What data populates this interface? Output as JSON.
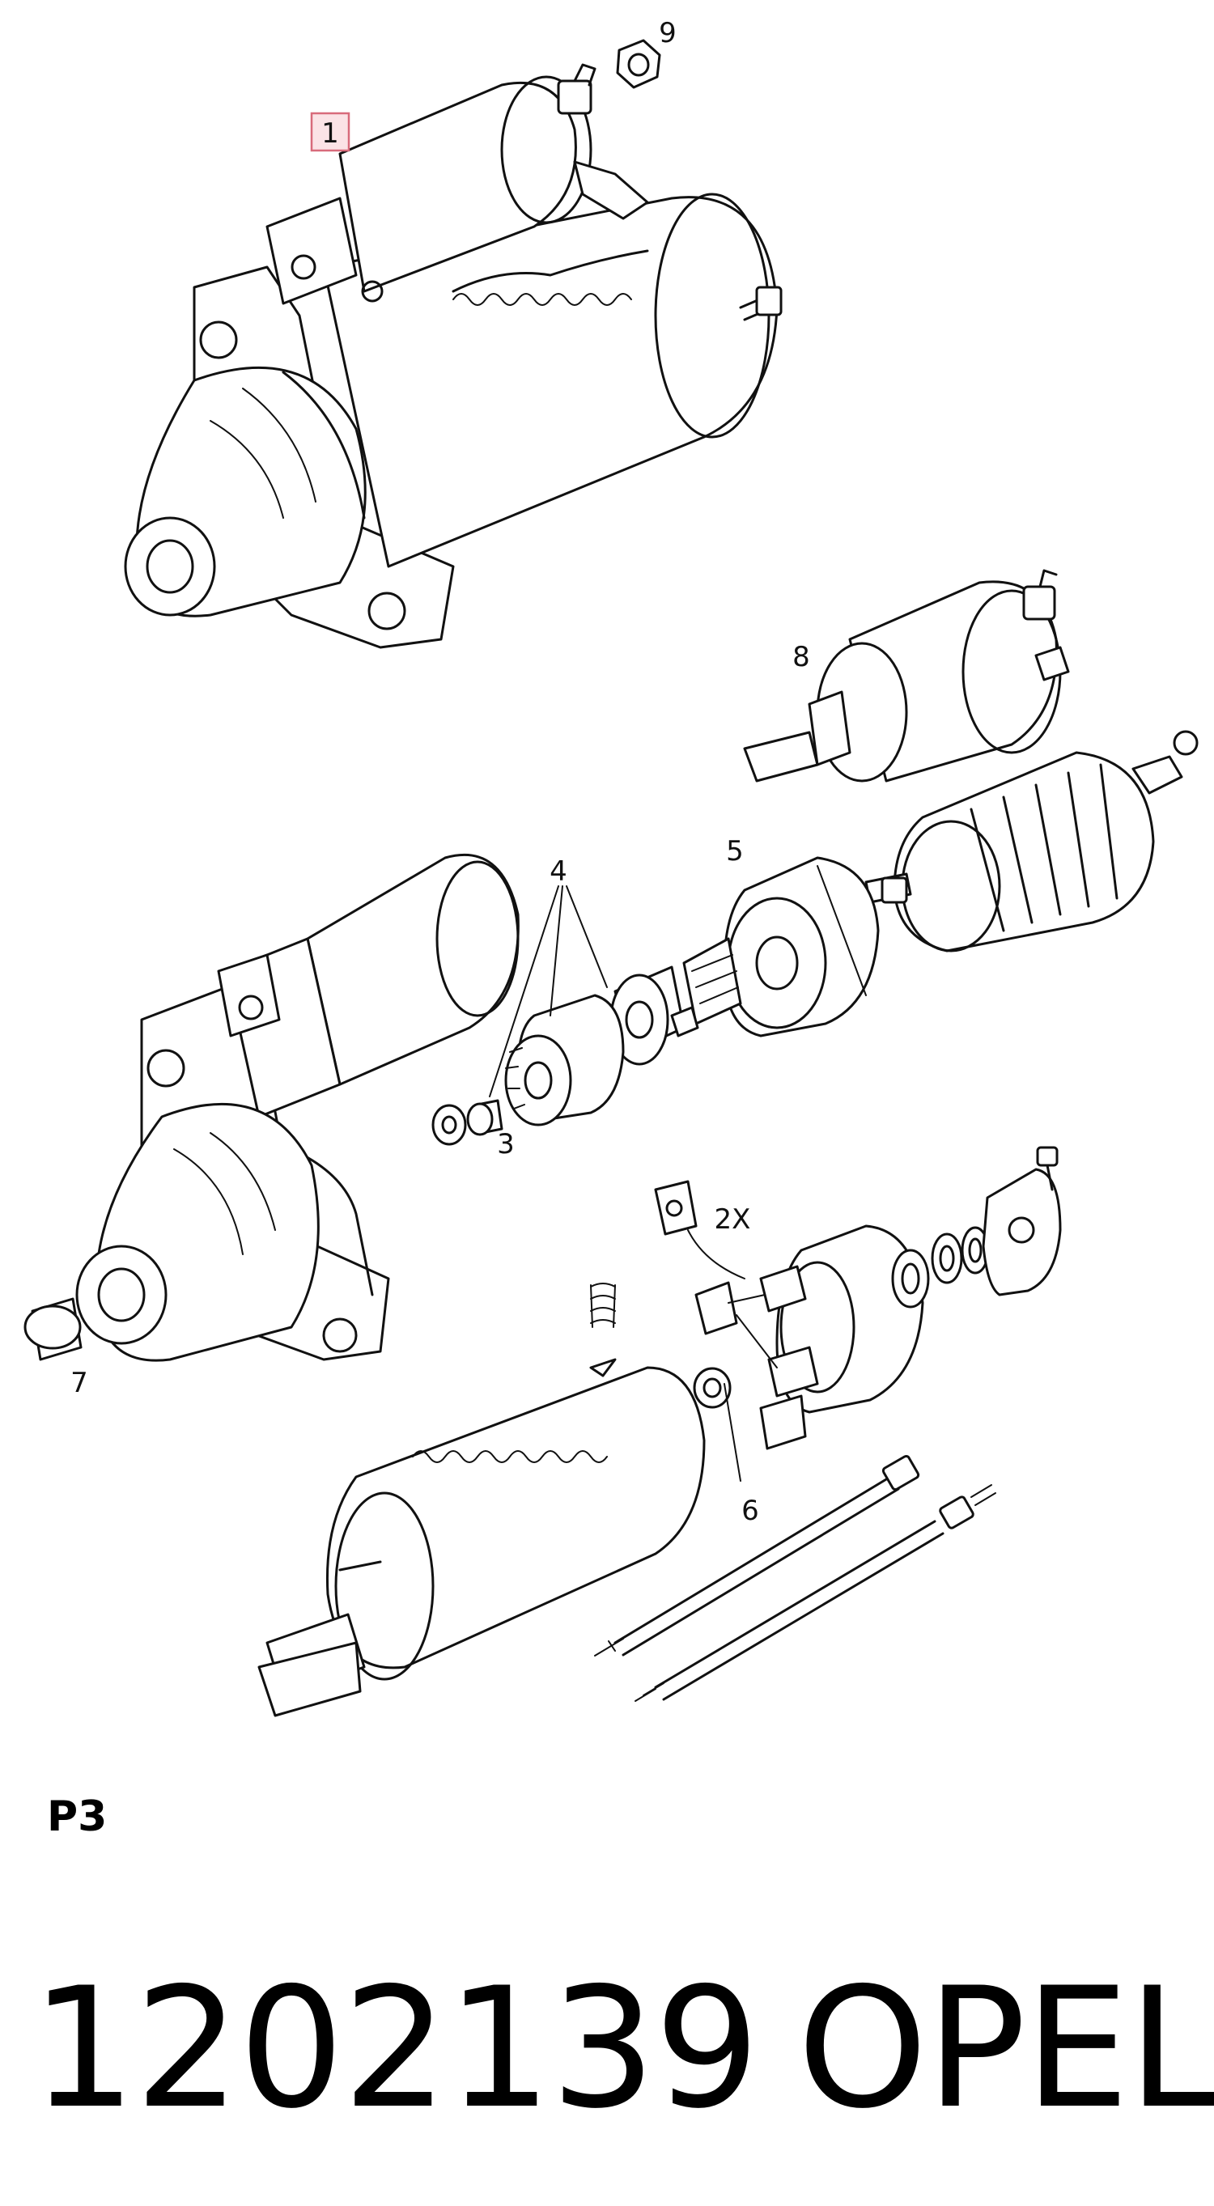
{
  "diagram": {
    "callouts": {
      "c1": "1",
      "c2": "2X",
      "c3": "3",
      "c4": "4",
      "c5": "5",
      "c6": "6",
      "c7": "7",
      "c8": "8",
      "c9": "9"
    },
    "highlighted_callout": "1",
    "highlight_color": "#d86b7b"
  },
  "diagram_label": "P3",
  "part_number": "1202139",
  "brand": "OPEL"
}
